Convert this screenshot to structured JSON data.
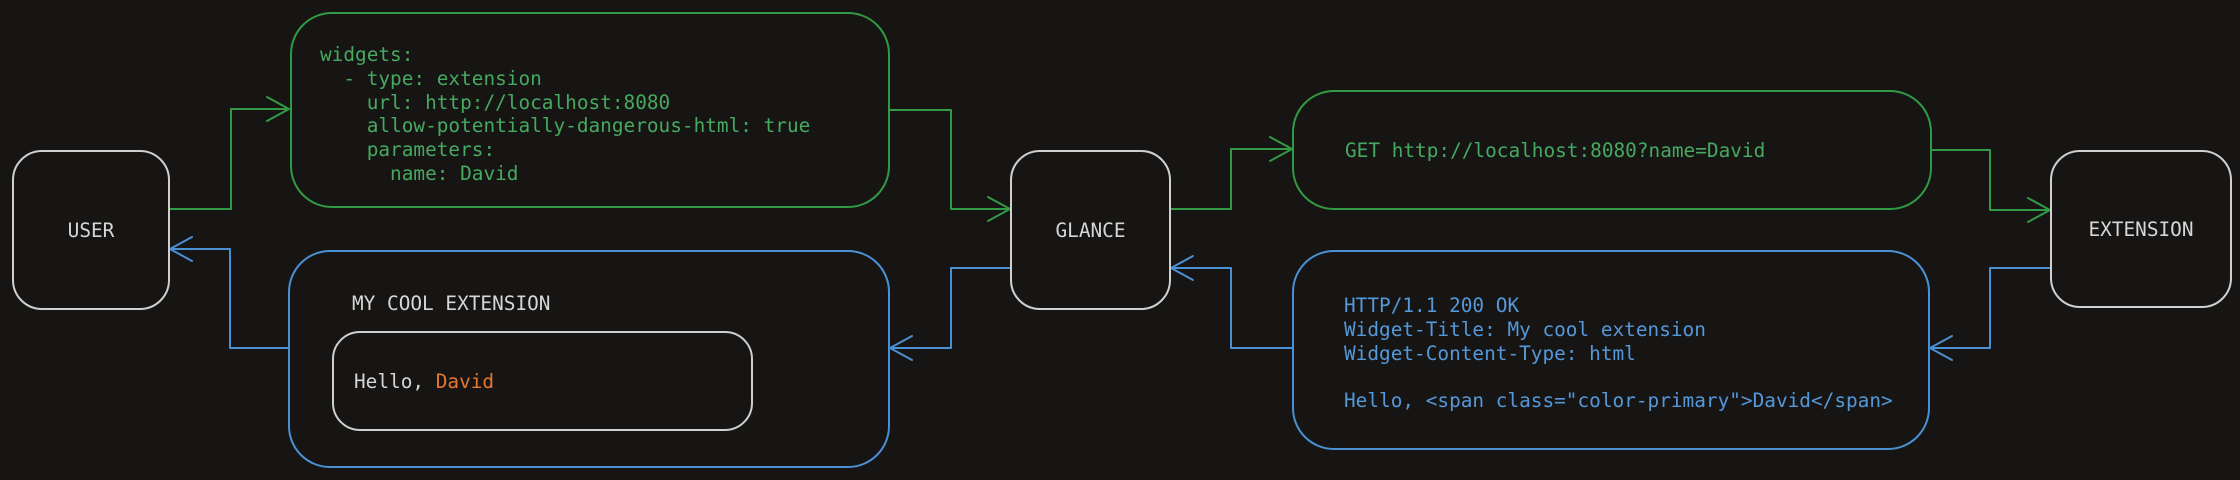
{
  "diagram": {
    "nodes": {
      "user": {
        "label": "USER"
      },
      "glance": {
        "label": "GLANCE"
      },
      "extension": {
        "label": "EXTENSION"
      }
    },
    "config_box": {
      "lines": [
        "widgets:",
        "  - type: extension",
        "    url: http://localhost:8080",
        "    allow-potentially-dangerous-html: true",
        "    parameters:",
        "      name: David"
      ]
    },
    "request_box": {
      "text": "GET http://localhost:8080?name=David"
    },
    "response_box": {
      "lines": [
        "HTTP/1.1 200 OK",
        "Widget-Title: My cool extension",
        "Widget-Content-Type: html",
        "",
        "Hello, <span class=\"color-primary\">David</span>"
      ]
    },
    "widget_preview": {
      "title": "MY COOL EXTENSION",
      "greeting_prefix": "Hello, ",
      "greeting_name": "David"
    }
  },
  "colors": {
    "background": "#161514",
    "green-line": "#319a44",
    "green-text": "#46a95f",
    "blue-line": "#4a90d4",
    "blue-text": "#5598da",
    "orange": "#e8762d",
    "node-border": "#cfcfcf",
    "text": "#d6d6d6"
  }
}
